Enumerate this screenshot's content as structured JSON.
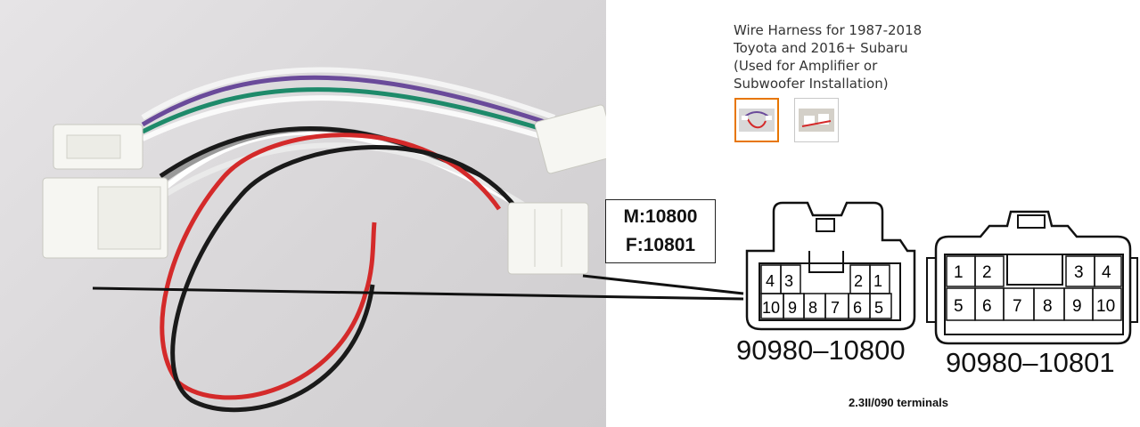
{
  "product": {
    "title": "Wire Harness for 1987-2018\nToyota and 2016+ Subaru\n(Used for Amplifier or\nSubwoofer Installation)"
  },
  "thumbnails": [
    {
      "icon": "harness-thumbnail-icon",
      "selected": true
    },
    {
      "icon": "connector-thumbnail-icon",
      "selected": false
    }
  ],
  "callout": {
    "male": "M:10800",
    "female": "F:10801"
  },
  "connector_male": {
    "part_number": "90980–10800",
    "top_row": [
      "4",
      "3",
      "2",
      "1"
    ],
    "bottom_row": [
      "10",
      "9",
      "8",
      "7",
      "6",
      "5"
    ]
  },
  "connector_female": {
    "part_number": "90980–10801",
    "top_row": [
      "1",
      "2",
      "3",
      "4"
    ],
    "bottom_row": [
      "5",
      "6",
      "7",
      "8",
      "9",
      "10"
    ]
  },
  "terminals_note": "2.3II/090 terminals",
  "colors": {
    "accent_selected": "#e77600",
    "wire_red": "#d42a2a",
    "wire_green": "#1e8a6a",
    "wire_purple": "#6a4a9a",
    "wire_black": "#1a1a1a"
  }
}
